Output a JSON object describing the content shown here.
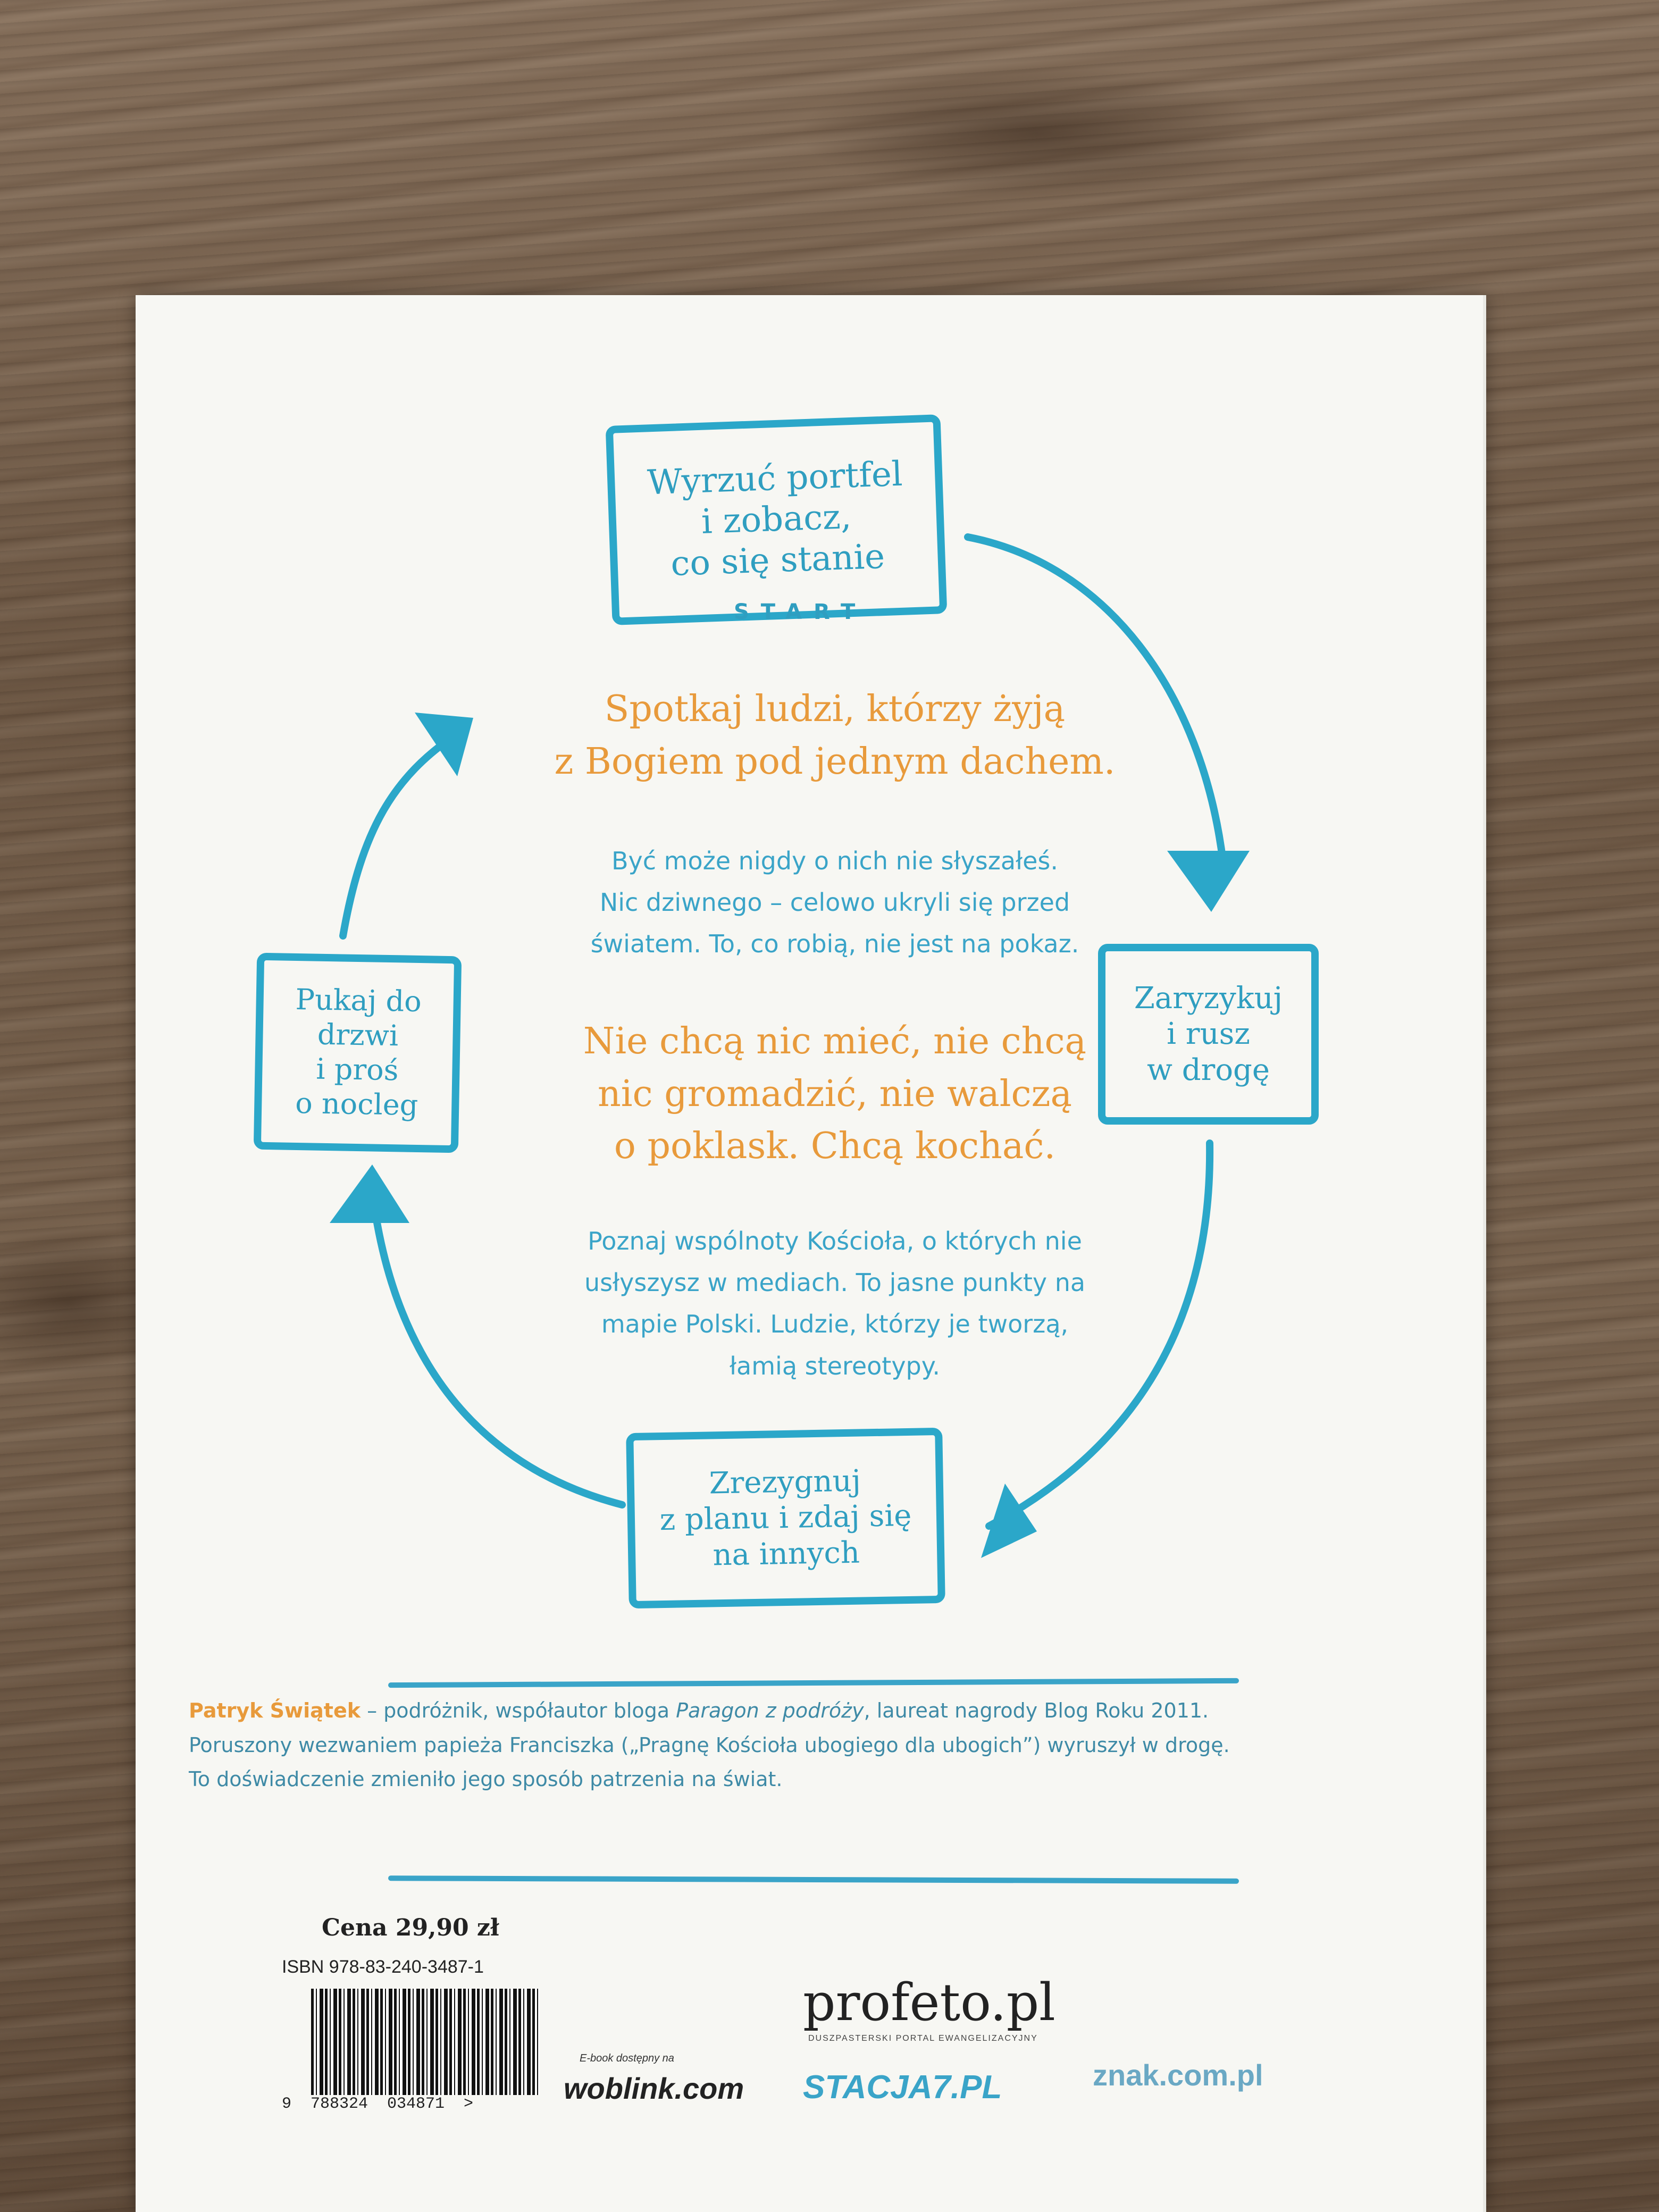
{
  "boxes": {
    "start_box": "Wyrzuć portfel\ni zobacz,\nco się stanie",
    "start_label": "START",
    "right_box": "Zaryzykuj\ni rusz\nw drogę",
    "bottom_box": "Zrezygnuj\nz planu i zdaj się\nna innych",
    "left_box": "Pukaj do\ndrzwi\ni proś\no nocleg"
  },
  "text": {
    "heading1": "Spotkaj ludzi, którzy żyją\nz Bogiem pod jednym dachem.",
    "para1": "Być może nigdy o nich nie słyszałeś.\nNic dziwnego – celowo ukryli się przed\nświatem. To, co robią, nie jest na pokaz.",
    "heading2": "Nie chcą nic mieć, nie chcą\nnic gromadzić, nie walczą\no poklask. Chcą kochać.",
    "para2": "Poznaj wspólnoty Kościoła, o których nie\nusłyszysz w mediach. To jasne punkty na\nmapie Polski. Ludzie, którzy je tworzą,\nłamią stereotypy."
  },
  "bio": {
    "name": "Patryk Świątek",
    "part1": " – podróżnik, współautor bloga ",
    "blog": "Paragon z podróży",
    "part2": ", laureat nagrody Blog Roku 2011. Poruszony wezwaniem papieża Franciszka („Pragnę Kościoła ubogiego dla ubogich”) wyruszył w drogę. To doświadczenie zmieniło jego sposób patrzenia na świat."
  },
  "price": "Cena 29,90 zł",
  "isbn": "ISBN 978-83-240-3487-1",
  "barcode_digits": "9  788324  034871  >",
  "logos": {
    "profeto": "profeto.pl",
    "profeto_tagline": "DUSZPASTERSKI PORTAL EWANGELIZACYJNY",
    "woblink_note": "E-book dostępny na",
    "woblink": "woblink.com",
    "stacja": "STACJA7.PL",
    "znak": "znak.com.pl"
  },
  "colors": {
    "accent_blue": "#2ba7c9",
    "accent_orange": "#e89a3b",
    "cover": "#f7f7f3"
  }
}
